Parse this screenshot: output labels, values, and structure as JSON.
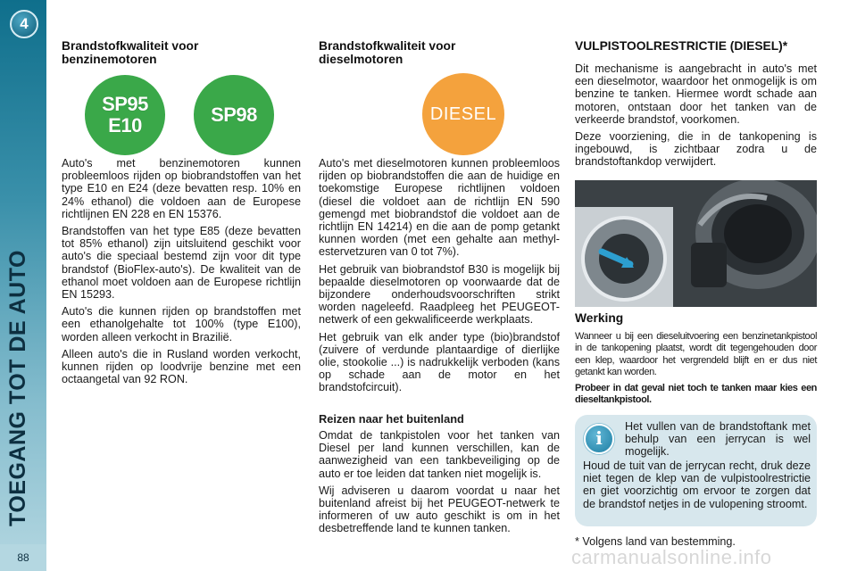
{
  "sidebar": {
    "chapter_number": "4",
    "chapter_title": "TOEGANG TOT DE AUTO",
    "page_number": "88"
  },
  "col1": {
    "title": "Brandstofkwaliteit voor benzinemotoren",
    "badges": [
      {
        "line1": "SP95",
        "line2": "E10"
      },
      {
        "line1": "SP98"
      }
    ],
    "paragraphs": [
      "Auto's met benzinemotoren kunnen probleemloos rijden op biobrandstoffen van het type E10 en E24 (deze bevatten resp. 10% en 24% ethanol) die voldoen aan de Europese richtlijnen EN 228 en EN 15376.",
      "Brandstoffen van het type E85 (deze bevatten tot 85% ethanol) zijn uitsluitend geschikt voor auto's die speciaal bestemd zijn voor dit type brandstof (BioFlex-auto's). De kwaliteit van de ethanol moet voldoen aan de Europese richtlijn EN 15293.",
      "Auto's die kunnen rijden op brandstoffen met een ethanolgehalte tot 100% (type E100), worden alleen verkocht in Brazilië.",
      "Alleen auto's die in Rusland worden verkocht, kunnen rijden op loodvrije benzine met een octaangetal van 92 RON."
    ]
  },
  "col2": {
    "title": "Brandstofkwaliteit voor dieselmotoren",
    "badge": "DIESEL",
    "paragraphs": [
      "Auto's met dieselmotoren kunnen probleemloos rijden op biobrandstoffen die aan de huidige en toekomstige Europese richtlijnen voldoen (diesel die voldoet aan de richtlijn EN 590 gemengd met biobrandstof die voldoet aan de richtlijn EN 14214) en die aan de pomp getankt kunnen worden (met een gehalte aan methyl-estervetzuren van 0 tot 7%).",
      "Het gebruik van biobrandstof B30 is mogelijk bij bepaalde dieselmotoren op voorwaarde dat de bijzondere onderhoudsvoorschriften strikt worden nageleefd. Raadpleeg het PEUGEOT-netwerk of een gekwalificeerde werkplaats.",
      "Het gebruik van elk ander type (bio)brandstof (zuivere of verdunde plantaardige of dierlijke olie, stookolie ...) is nadrukkelijk verboden (kans op schade aan de motor en het brandstofcircuit)."
    ],
    "travel": {
      "title": "Reizen naar het buitenland",
      "paragraphs": [
        "Omdat de tankpistolen voor het tanken van Diesel per land kunnen verschillen, kan de aanwezigheid van een tankbeveiliging op de auto er toe leiden dat tanken niet mogelijk is.",
        "Wij adviseren u daarom voordat u naar het buitenland afreist bij het PEUGEOT-netwerk te informeren of uw auto geschikt is om in het desbetreffende land te kunnen tanken."
      ]
    }
  },
  "col3": {
    "title": "VULPISTOOLRESTRICTIE (DIESEL)*",
    "paragraphs": [
      "Dit mechanisme is aangebracht in auto's met een dieselmotor, waardoor het onmogelijk is om benzine te tanken. Hiermee wordt schade aan motoren, ontstaan door het tanken van de verkeerde brandstof, voorkomen.",
      "Deze voorziening, die in de tankopening is ingebouwd, is zichtbaar zodra u de brandstoftankdop verwijdert."
    ],
    "werking": {
      "title": "Werking",
      "text": "Wanneer u bij een dieseluitvoering een benzinetankpistool in de tankopening plaatst, wordt dit tegengehouden door een klep, waardoor het vergrendeld blijft en er dus niet getankt kan worden.",
      "bold": "Probeer in dat geval niet toch te tanken maar kies een dieseltankpistool."
    },
    "note": {
      "icon": "i",
      "line": "Het vullen van de brandstoftank met behulp van een jerrycan is wel mogelijk.",
      "text": "Houd de tuit van de jerrycan recht, druk deze niet tegen de klep van de vulpistoolrestrictie en giet voorzichtig om ervoor te zorgen dat de brandstof netjes in de vulopening stroomt."
    },
    "footnote": "* Volgens land van bestemming."
  },
  "watermark": "carmanualsonline.info",
  "colors": {
    "sidebar": "#3a90aa",
    "sp_badge": "#3aa849",
    "diesel_badge": "#f4a23d",
    "note_bg": "#d7e7ed"
  }
}
